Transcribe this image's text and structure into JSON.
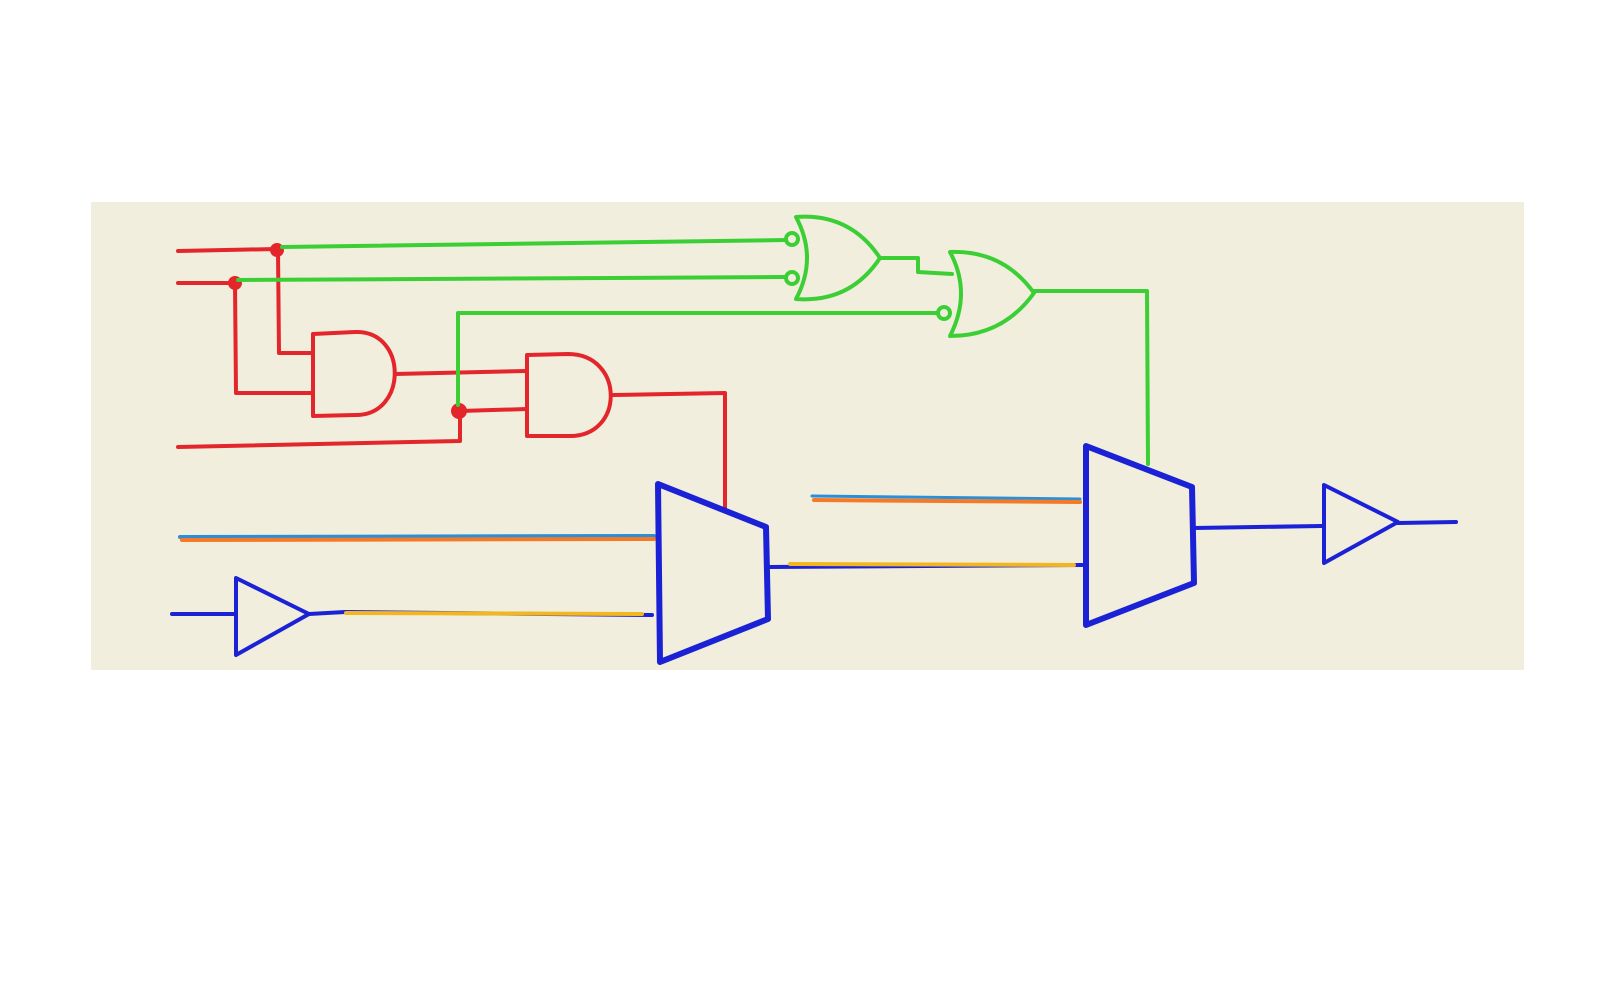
{
  "diagram": {
    "kind": "hand-drawn logic circuit",
    "colors": {
      "paper": "#f2eedd",
      "control_logic": "#e3262b",
      "or_logic": "#3ccf35",
      "datapath": "#1b22d6",
      "highlight_orange": "#f47a28",
      "highlight_blue": "#2a8fd8",
      "highlight_yellow": "#f2b71e"
    },
    "components": [
      {
        "id": "and-gate-1",
        "type": "AND",
        "color": "control_logic"
      },
      {
        "id": "and-gate-2",
        "type": "AND",
        "color": "control_logic"
      },
      {
        "id": "or-gate-1",
        "type": "OR",
        "inverted_inputs": 2,
        "color": "or_logic"
      },
      {
        "id": "or-gate-2",
        "type": "OR",
        "inverted_inputs": 1,
        "color": "or_logic"
      },
      {
        "id": "input-buffer",
        "type": "buffer",
        "color": "datapath"
      },
      {
        "id": "mux-1",
        "type": "multiplexer",
        "color": "datapath"
      },
      {
        "id": "mux-2",
        "type": "multiplexer",
        "color": "datapath"
      },
      {
        "id": "output-buffer",
        "type": "buffer",
        "color": "datapath"
      }
    ],
    "text_labels": []
  }
}
